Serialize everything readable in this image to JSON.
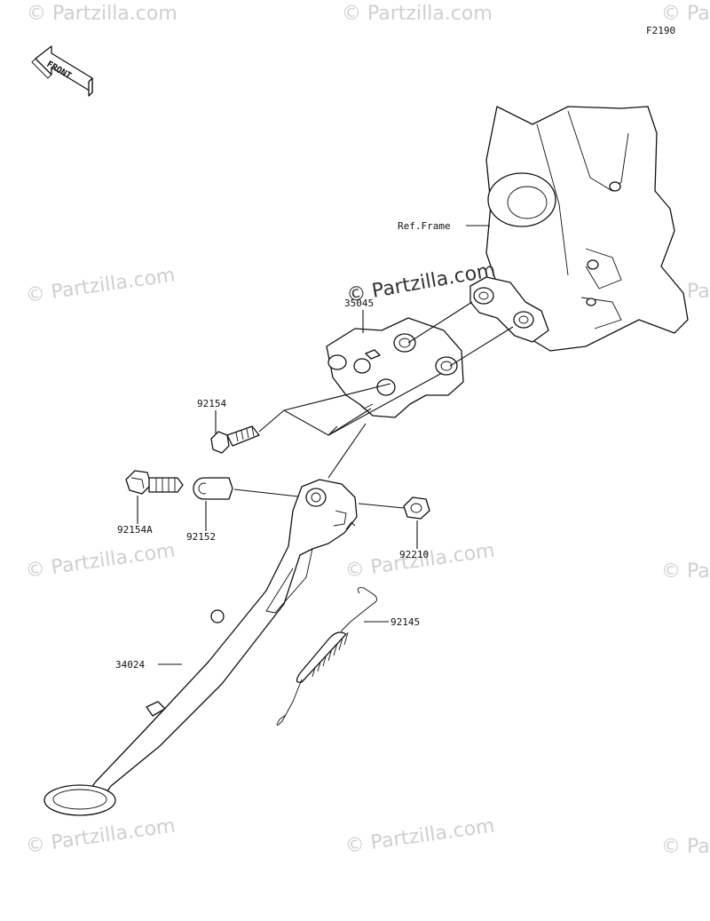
{
  "diagram_code": "F2190",
  "front_label": "FRONT",
  "watermark": "© Partzilla.com",
  "parts": {
    "frame": "Ref.Frame",
    "bracket": "35045",
    "bolt": "92154",
    "bolt_a": "92154A",
    "collar": "92152",
    "nut": "92210",
    "spring": "92145",
    "stand": "34024"
  }
}
